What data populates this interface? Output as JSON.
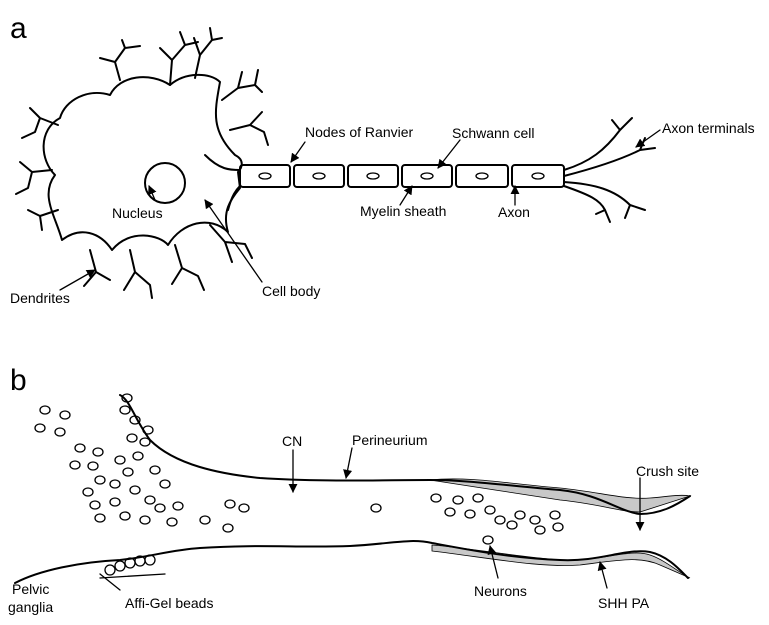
{
  "panel_a": {
    "letter": "a",
    "labels": {
      "nodes_of_ranvier": "Nodes of Ranvier",
      "schwann_cell": "Schwann cell",
      "axon_terminals": "Axon terminals",
      "nucleus": "Nucleus",
      "myelin_sheath": "Myelin sheath",
      "axon": "Axon",
      "dendrites": "Dendrites",
      "cell_body": "Cell body"
    }
  },
  "panel_b": {
    "letter": "b",
    "labels": {
      "cn": "CN",
      "perineurium": "Perineurium",
      "crush_site": "Crush site",
      "pelvic_ganglia_line1": "Pelvic",
      "pelvic_ganglia_line2": "ganglia",
      "affi_gel_beads": "Affi-Gel beads",
      "neurons": "Neurons",
      "shh_pa": "SHH PA"
    }
  }
}
